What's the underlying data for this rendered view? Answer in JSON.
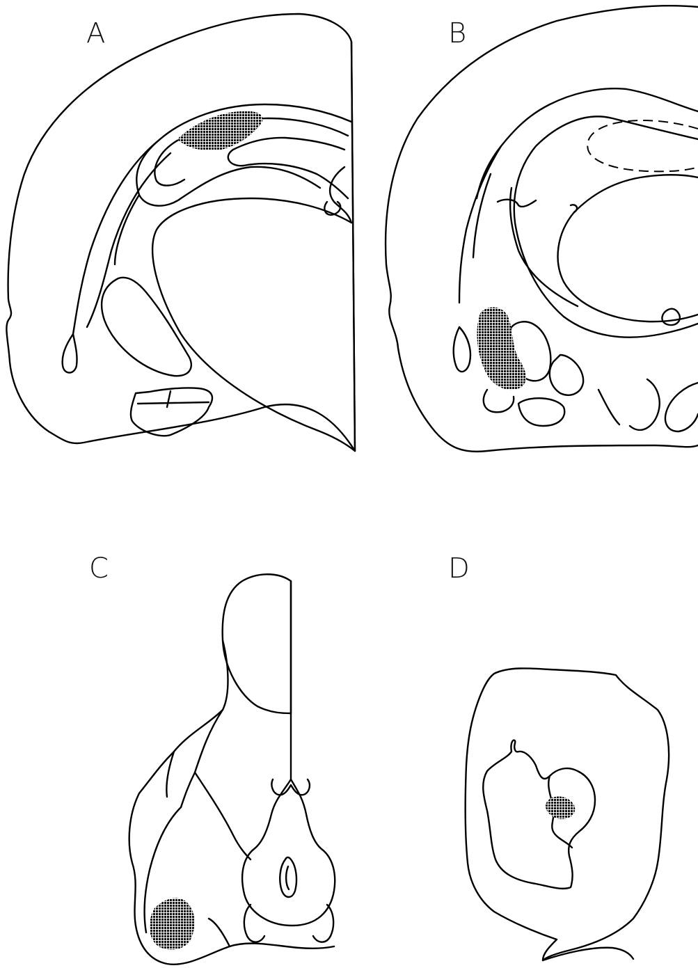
{
  "panels": [
    {
      "id": "A",
      "label": "A"
    },
    {
      "id": "B",
      "label": "B"
    },
    {
      "id": "C",
      "label": "C"
    },
    {
      "id": "D",
      "label": "D"
    }
  ],
  "colors": {
    "line": "#000000",
    "lesion": "#1a1a1a",
    "background": "#ffffff"
  }
}
